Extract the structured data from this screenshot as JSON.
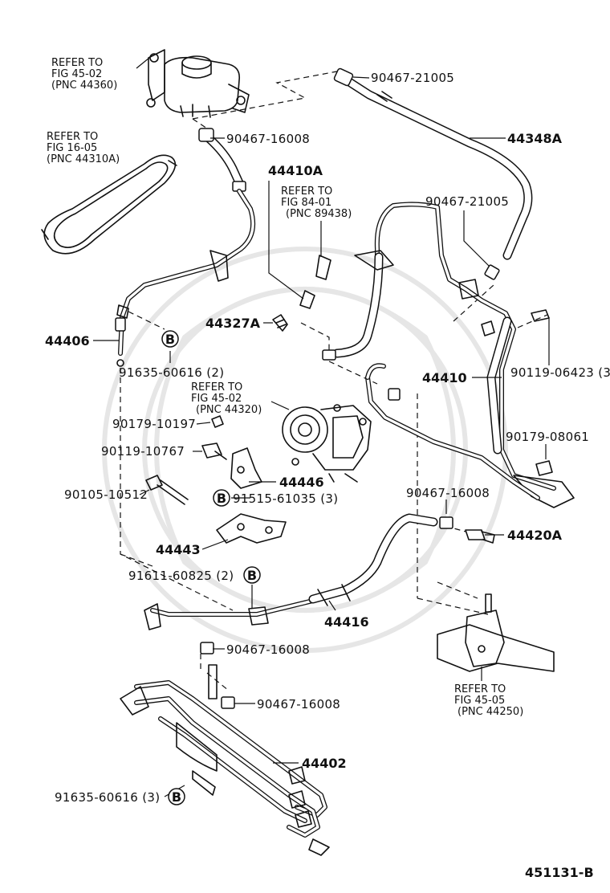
{
  "labels": {
    "refer_45_02_top": [
      "REFER TO",
      "FIG 45-02",
      "(PNC 44360)"
    ],
    "refer_16_05": [
      "REFER TO",
      "FIG 16-05",
      "(PNC 44310A)"
    ],
    "refer_84_01": [
      "REFER TO",
      "FIG 84-01",
      "(PNC 89438)"
    ],
    "refer_45_02_pump": [
      "REFER TO",
      "FIG 45-02",
      "(PNC 44320)"
    ],
    "refer_45_05": [
      "REFER TO",
      "FIG 45-05",
      "(PNC 44250)"
    ],
    "pn_90467_21005_top": "90467-21005",
    "pn_90467_16008_a": "90467-16008",
    "pnc_44348A": "44348A",
    "pnc_44410A": "44410A",
    "pn_90467_21005_mid": "90467-21005",
    "pnc_44406": "44406",
    "pnc_44327A": "44327A",
    "pn_91635_60616_2": "91635-60616 (2)",
    "pnc_44410": "44410",
    "pn_90119_06423": "90119-06423 (3",
    "pn_90179_10197": "90179-10197",
    "pn_90119_10767": "90119-10767",
    "pn_90179_08061": "90179-08061",
    "pnc_44446": "44446",
    "pn_90105_10512": "90105-10512",
    "pn_91515_61035": "91515-61035 (3)",
    "pn_90467_16008_b": "90467-16008",
    "pnc_44420A": "44420A",
    "pnc_44443": "44443",
    "pn_91611_60825": "91611-60825 (2)",
    "pnc_44416": "44416",
    "pn_90467_16008_c": "90467-16008",
    "pn_90467_16008_d": "90467-16008",
    "pnc_44402": "44402",
    "pn_91635_60616_3": "91635-60616 (3)",
    "bolt_marker": "B",
    "figure_id": "451131-B"
  }
}
